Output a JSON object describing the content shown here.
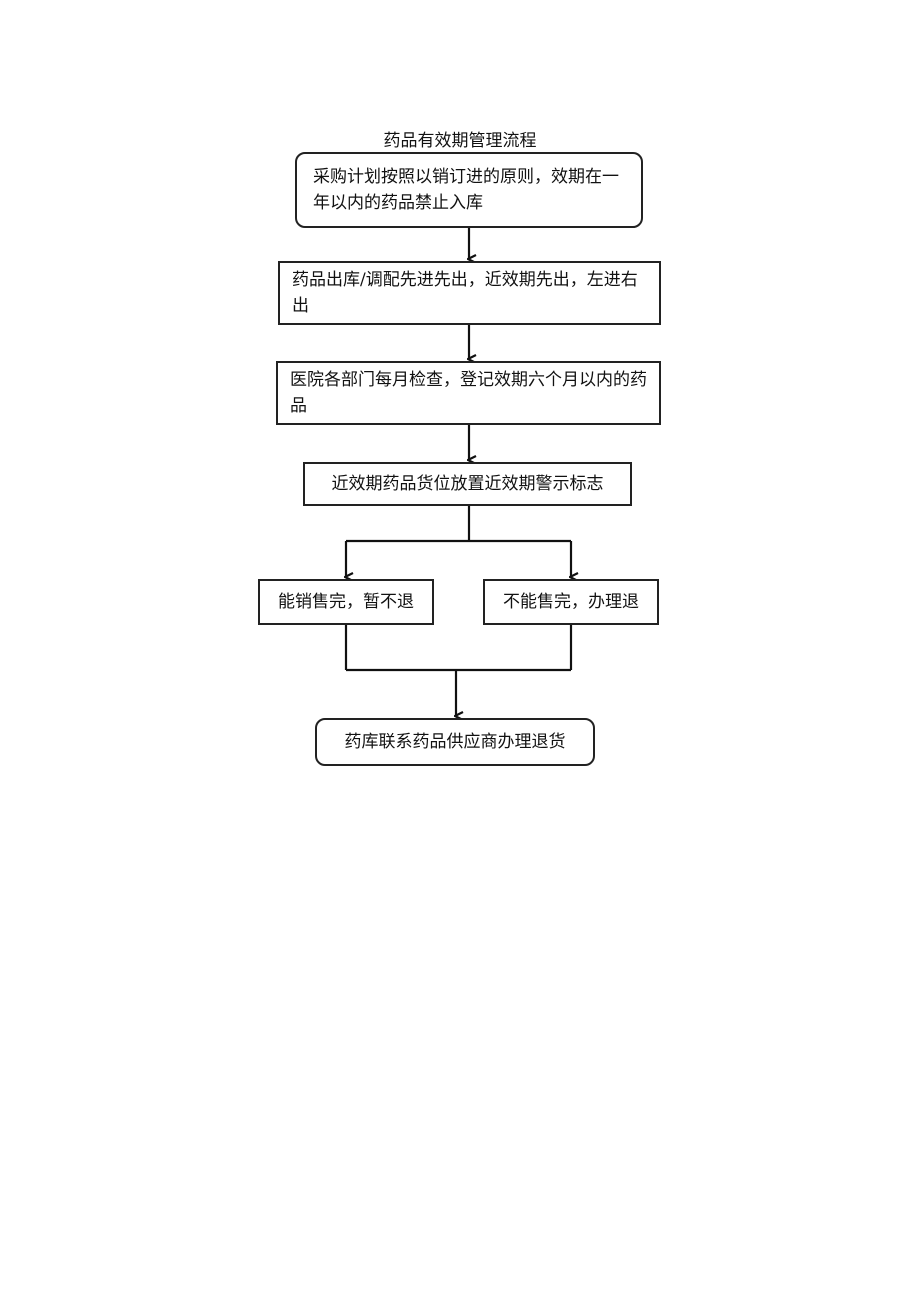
{
  "title": "药品有效期管理流程",
  "steps": {
    "procurement": "采购计划按照以销订进的原则，效期在一年以内的药品禁止入库",
    "outbound": "药品出库/调配先进先出，近效期先出，左进右出",
    "inspection": "医院各部门每月检查，登记效期六个月以内的药品",
    "warning": "近效期药品货位放置近效期警示标志",
    "sellable": "能销售完，暂不退",
    "unsellable": "不能售完，办理退",
    "supplier_return": "药库联系药品供应商办理退货"
  }
}
